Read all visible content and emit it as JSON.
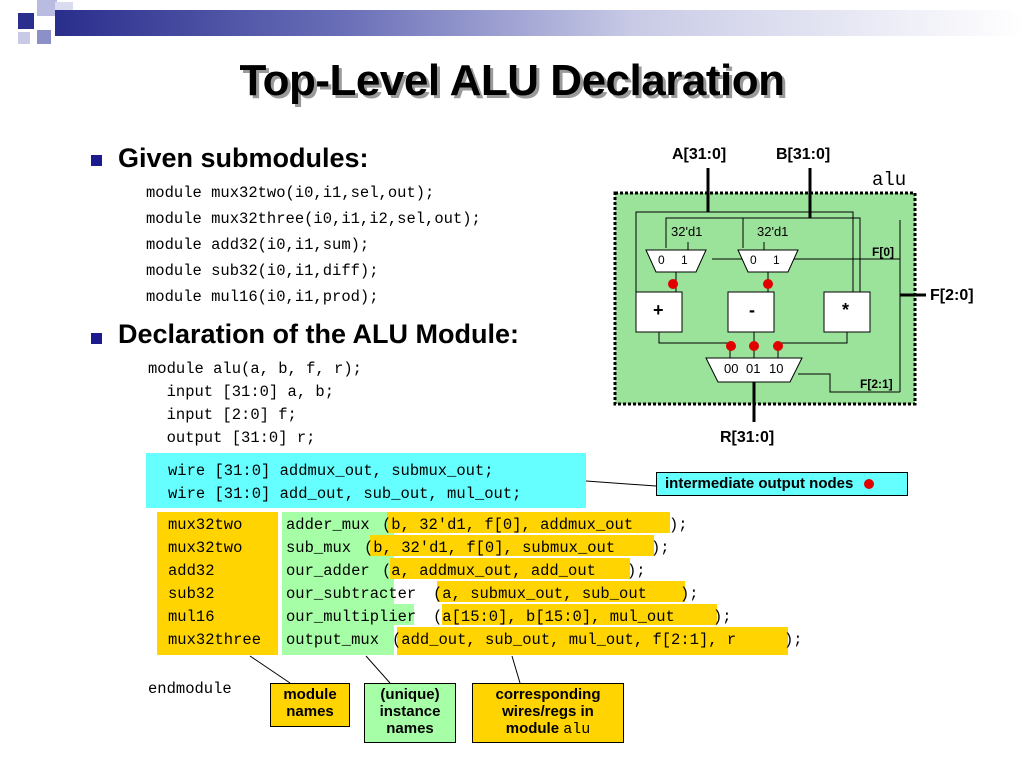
{
  "title": "Top-Level ALU Declaration",
  "section1": {
    "heading": "Given submodules:",
    "lines": [
      "module mux32two(i0,i1,sel,out);",
      "module mux32three(i0,i1,i2,sel,out);",
      "module add32(i0,i1,sum);",
      "module sub32(i0,i1,diff);",
      "module mul16(i0,i1,prod);"
    ]
  },
  "section2": {
    "heading": "Declaration of the ALU Module:",
    "header_lines": [
      "module alu(a, b, f, r);",
      "  input [31:0] a, b;",
      "  input [2:0] f;",
      "  output [31:0] r;"
    ],
    "wire_lines": [
      "wire [31:0] addmux_out, submux_out;",
      "wire [31:0] add_out, sub_out, mul_out;"
    ],
    "instances": [
      {
        "module": "mux32two",
        "instance": "adder_mux",
        "args": "(b, 32'd1, f[0], addmux_out",
        "close": ");"
      },
      {
        "module": "mux32two",
        "instance": "sub_mux",
        "args": "(b, 32'd1, f[0], submux_out",
        "close": ");"
      },
      {
        "module": "add32",
        "instance": "our_adder",
        "args": "(a, addmux_out, add_out",
        "close": ");"
      },
      {
        "module": "sub32",
        "instance": "our_subtracter",
        "args": "(a, submux_out, sub_out",
        "close": ");"
      },
      {
        "module": "mul16",
        "instance": "our_multiplier",
        "args": "(a[15:0], b[15:0], mul_out",
        "close": ");"
      },
      {
        "module": "mux32three",
        "instance": "output_mux",
        "args": "(add_out, sub_out, mul_out, f[2:1], r",
        "close": ");"
      }
    ],
    "end": "endmodule"
  },
  "callouts": {
    "intermediate": "intermediate output nodes",
    "module_names": [
      "module",
      "names"
    ],
    "instance_names": [
      "(unique)",
      "instance",
      "names"
    ],
    "wires": [
      "corresponding",
      "wires/regs in",
      "module"
    ],
    "wires_code": "alu"
  },
  "diagram": {
    "a_label": "A[31:0]",
    "b_label": "B[31:0]",
    "alu_label": "alu",
    "const1": "32'd1",
    "const2": "32'd1",
    "mux_in0": "0",
    "mux_in1": "1",
    "f0_label": "F[0]",
    "f_label": "F[2:0]",
    "f21_label": "F[2:1]",
    "r_label": "R[31:0]",
    "add_op": "+",
    "sub_op": "-",
    "mul_op": "*",
    "outmux_inputs": [
      "00",
      "01",
      "10"
    ]
  },
  "colors": {
    "bullet": "#1b1b8e",
    "cyan_highlight": "#66ffff",
    "yellow_highlight": "#ffd400",
    "green_highlight": "#a6ffa6",
    "alu_fill": "#9be29b",
    "node_red": "#e00000"
  }
}
